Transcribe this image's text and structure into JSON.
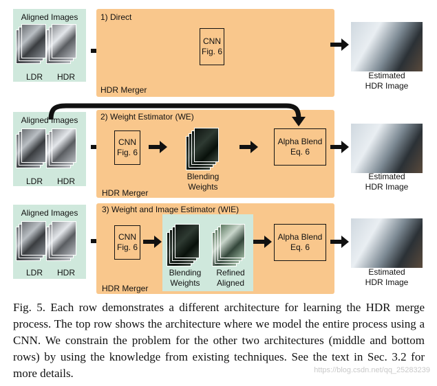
{
  "rows": [
    {
      "aligned_label": "Aligned Images",
      "ldr_label": "LDR",
      "hdr_label": "HDR",
      "title": "1) Direct",
      "merger_label": "HDR Merger",
      "cnn_label_1": "CNN",
      "cnn_label_2": "Fig. 6",
      "output_label_1": "Estimated",
      "output_label_2": "HDR Image"
    },
    {
      "aligned_label": "Aligned Images",
      "ldr_label": "LDR",
      "hdr_label": "HDR",
      "title": "2) Weight Estimator (WE)",
      "merger_label": "HDR Merger",
      "cnn_label_1": "CNN",
      "cnn_label_2": "Fig. 6",
      "weights_label_1": "Blending",
      "weights_label_2": "Weights",
      "blend_label_1": "Alpha Blend",
      "blend_label_2": "Eq. 6",
      "output_label_1": "Estimated",
      "output_label_2": "HDR Image"
    },
    {
      "aligned_label": "Aligned Images",
      "ldr_label": "LDR",
      "hdr_label": "HDR",
      "title": "3) Weight and Image Estimator (WIE)",
      "merger_label": "HDR Merger",
      "cnn_label_1": "CNN",
      "cnn_label_2": "Fig. 6",
      "weights_label_1": "Blending",
      "weights_label_2": "Weights",
      "refined_label_1": "Refined",
      "refined_label_2": "Aligned",
      "blend_label_1": "Alpha Blend",
      "blend_label_2": "Eq. 6",
      "output_label_1": "Estimated",
      "output_label_2": "HDR Image"
    }
  ],
  "caption": "Fig. 5.   Each row demonstrates a different architecture for learning the HDR merge process. The top row shows the architecture where we model the entire process using a CNN. We constrain the problem for the other two architectures (middle and bottom rows) by using the knowledge from existing techniques. See the text in Sec. 3.2 for more details.",
  "watermark": "https://blog.csdn.net/qq_25283239",
  "colors": {
    "merger_bg": "#f9c78c",
    "aligned_bg": "#cfe8dc",
    "wie_weights_bg": "#cfe8dc"
  }
}
